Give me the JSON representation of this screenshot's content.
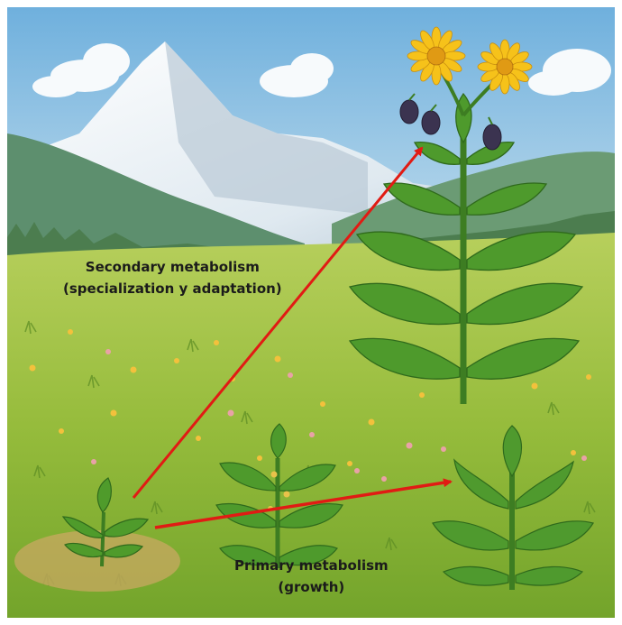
{
  "labels": {
    "secondary": {
      "line1": "Secondary metabolism",
      "line2": "(specialization y adaptation)"
    },
    "primary": {
      "line1": "Primary metabolism",
      "line2": "(growth)"
    }
  },
  "colors": {
    "arrow": "#e11b14",
    "sky": "#8fc1e3",
    "meadow": "#97bd3d",
    "leaf": "#4e9a2c",
    "petal": "#f6c21a",
    "berry": "#3b3350"
  }
}
